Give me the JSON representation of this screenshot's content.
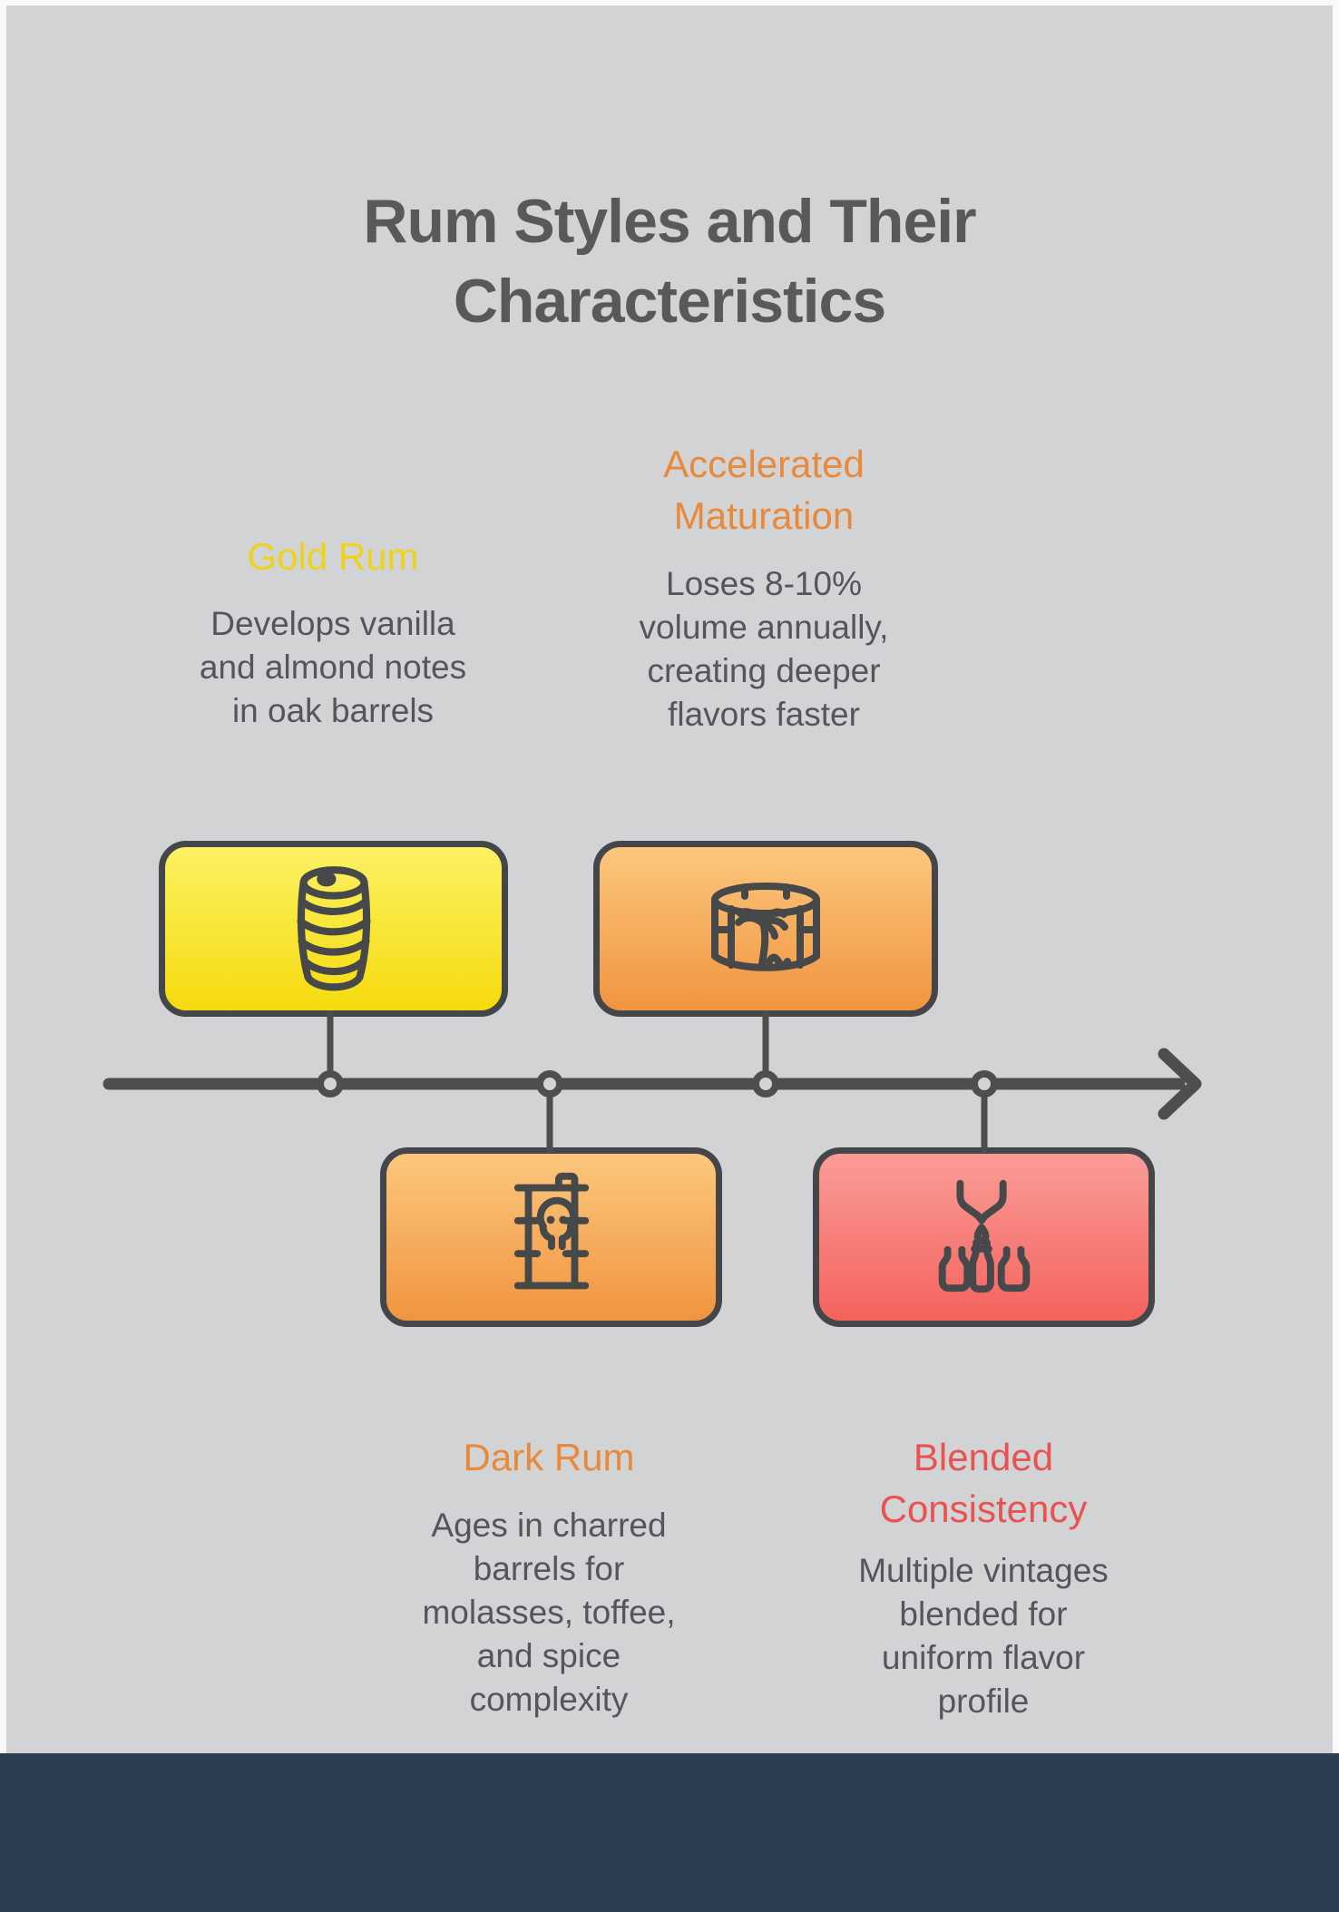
{
  "title": "Rum Styles and Their\nCharacteristics",
  "colors": {
    "canvas_background": "#D2D3D4",
    "outer_frame": "#F8FAFA",
    "footer_bar": "#2D3E50",
    "ink_outline": "#47484A",
    "timeline": "#4D4E50",
    "title_text": "#58595B",
    "body_text": "#55565A",
    "gold_heading": "#EFD31B",
    "orange_heading": "#E8893B",
    "red_heading": "#E85252",
    "gold_card_gradient": [
      "#FCF163",
      "#F5DB0E"
    ],
    "orange_card_gradient": [
      "#FBC77D",
      "#F0953F"
    ],
    "red_card_gradient": [
      "#FA9C97",
      "#F4635D"
    ]
  },
  "timeline": {
    "shape": "horizontal-arrow-right",
    "node_count": 4
  },
  "items": [
    {
      "id": "gold-rum",
      "heading": "Gold Rum",
      "heading_color": "#EFD31B",
      "body": "Develops vanilla\nand almond notes\nin oak barrels",
      "icon": "oak-barrel-icon",
      "position": "above-line"
    },
    {
      "id": "accelerated-maturation",
      "heading": "Accelerated\nMaturation",
      "heading_color": "#E8893B",
      "body": "Loses 8-10%\nvolume annually,\ncreating deeper\nflavors faster",
      "icon": "tropical-cask-icon",
      "position": "above-line"
    },
    {
      "id": "dark-rum",
      "heading": "Dark Rum",
      "heading_color": "#E8893B",
      "body": "Ages in charred\nbarrels for\nmolasses, toffee,\nand spice\ncomplexity",
      "icon": "charred-drum-skull-icon",
      "position": "below-line"
    },
    {
      "id": "blended-consistency",
      "heading": "Blended\nConsistency",
      "heading_color": "#E85252",
      "body": "Multiple vintages\nblended for\nuniform flavor\nprofile",
      "icon": "blending-bottles-icon",
      "position": "below-line"
    }
  ]
}
